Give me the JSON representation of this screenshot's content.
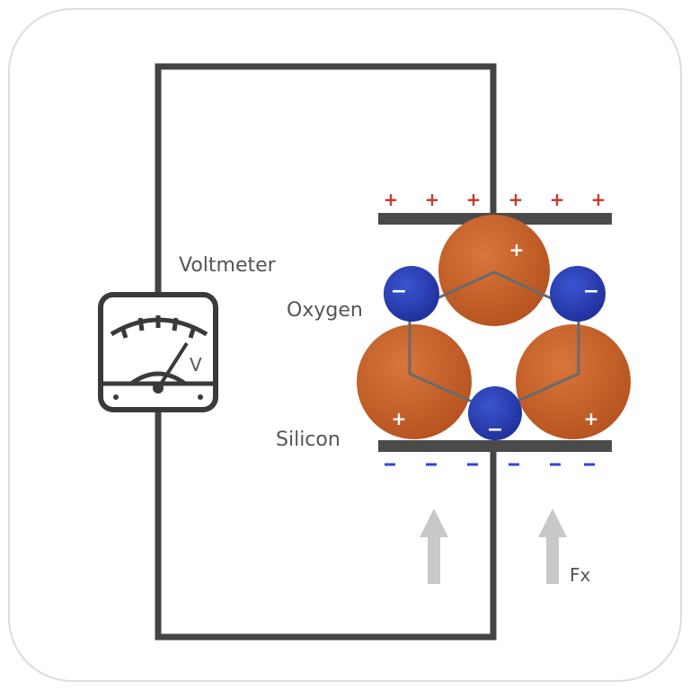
{
  "labels": {
    "voltmeter": "Voltmeter",
    "oxygen": "Oxygen",
    "silicon": "Silicon",
    "meter_unit": "V",
    "force": "Fx"
  },
  "charges": {
    "positive": "+",
    "negative": "−",
    "top_plate_count": 6,
    "bottom_plate_count": 6
  },
  "colors": {
    "wire": "#444444",
    "plate": "#4a4a4a",
    "silicon": "#c8602a",
    "oxygen": "#2a3fb0",
    "positive_charge": "#c0392b",
    "negative_charge": "#3344dd",
    "arrow": "#c8c8c8",
    "frame_border": "#dddddd"
  },
  "icons": {
    "meter": "analog-voltmeter-icon",
    "arrow": "up-arrow-icon"
  }
}
